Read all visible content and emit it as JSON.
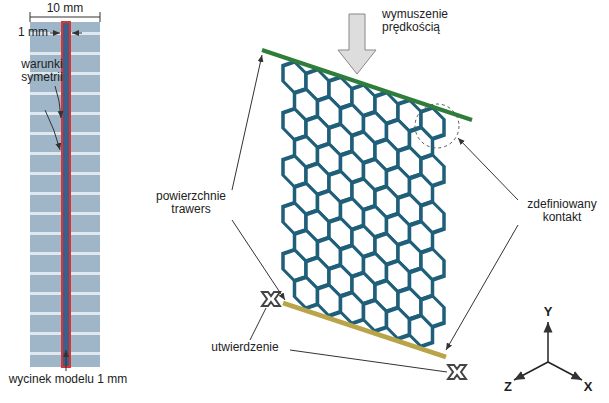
{
  "diagram": {
    "labels": [
      "10 mm",
      "1 mm",
      "warunki symetrii",
      "wycinek modelu 1 mm",
      "wymuszenie prędkością",
      "powierzchnie trawers",
      "zdefiniowany kontakt",
      "utwierdzenie",
      "Y",
      "Z",
      "X"
    ]
  }
}
